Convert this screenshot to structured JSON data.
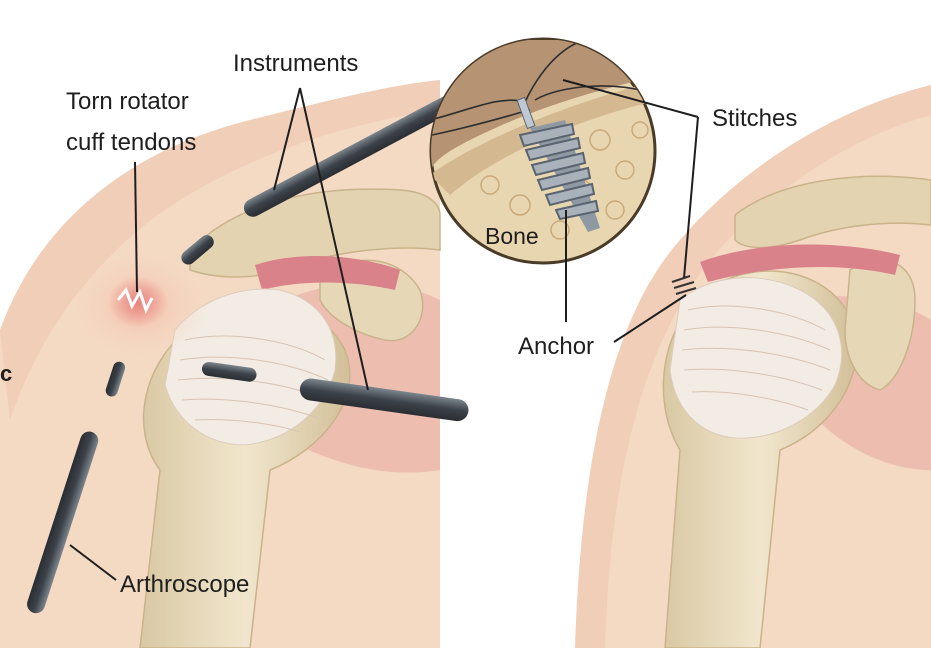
{
  "panel_letter": "c",
  "labels": {
    "torn_line1": "Torn rotator",
    "torn_line2": "cuff tendons",
    "instruments": "Instruments",
    "arthroscope": "Arthroscope",
    "stitches": "Stitches",
    "bone": "Bone",
    "anchor": "Anchor"
  },
  "colors": {
    "skin": "#f4d9c3",
    "skin_shadow": "#e7b8a3",
    "bone": "#e9dcc0",
    "bone_dark": "#cdb68e",
    "tendon": "#f3ece4",
    "muscle": "#d9828a",
    "instrument": "#4a5058",
    "inset_fill": "#e8d6b0",
    "anchor_metal": "#9aa3ab",
    "label_text": "#1e1e1e"
  }
}
